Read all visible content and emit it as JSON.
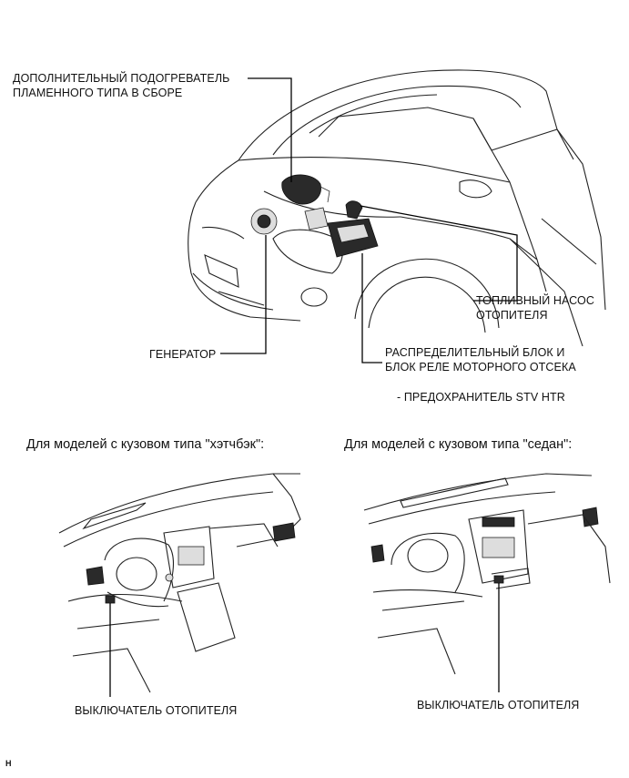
{
  "engine_view": {
    "heater_label_line1": "ДОПОЛНИТЕЛЬНЫЙ ПОДОГРЕВАТЕЛЬ",
    "heater_label_line2": "ПЛАМЕННОГО ТИПА В СБОРЕ",
    "fuel_pump_line1": "ТОПЛИВНЫЙ НАСОС",
    "fuel_pump_line2": "ОТОПИТЕЛЯ",
    "generator_label": "ГЕНЕРАТОР",
    "relay_block_line1": "РАСПРЕДЕЛИТЕЛЬНЫЙ БЛОК И",
    "relay_block_line2": "БЛОК РЕЛЕ МОТОРНОГО ОТСЕКА",
    "fuse_label": "- ПРЕДОХРАНИТЕЛЬ STV HTR"
  },
  "hatchback_view": {
    "caption": "Для моделей с кузовом типа \"хэтчбэк\":",
    "switch_label": "ВЫКЛЮЧАТЕЛЬ ОТОПИТЕЛЯ"
  },
  "sedan_view": {
    "caption": "Для моделей с кузовом типа \"седан\":",
    "switch_label": "ВЫКЛЮЧАТЕЛЬ ОТОПИТЕЛЯ"
  },
  "footer": {
    "code": "H"
  }
}
